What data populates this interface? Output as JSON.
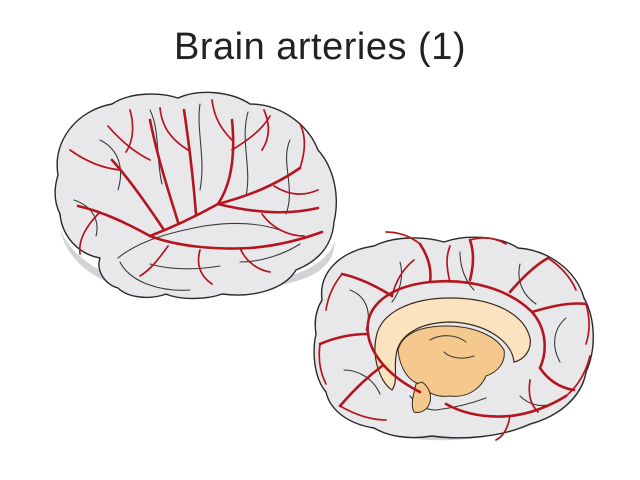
{
  "slide": {
    "title": "Brain arteries (1)"
  },
  "figure": {
    "panels": [
      {
        "view": "lateral"
      },
      {
        "view": "medial"
      }
    ],
    "colors": {
      "artery": "#b5151f",
      "brain": "#e8e8ea",
      "shadow": "#d2d3d6",
      "corpus_callosum": "#fbe3c0",
      "deep_structures": "#f5c98d"
    }
  }
}
